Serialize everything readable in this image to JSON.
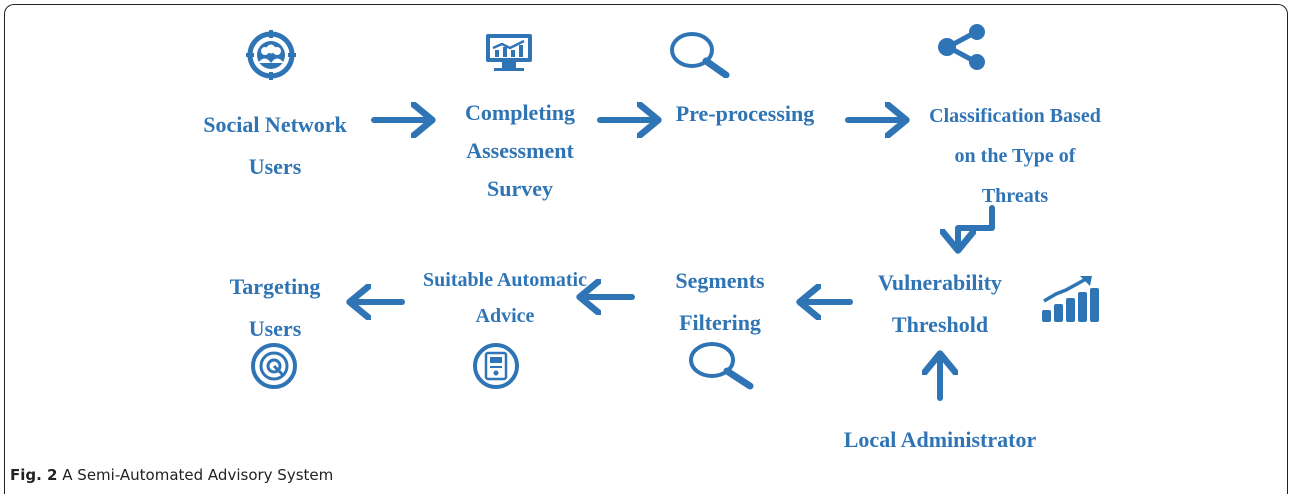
{
  "diagram": {
    "nodes": {
      "social_network_users": [
        "Social Network",
        "Users"
      ],
      "completing_survey": [
        "Completing",
        "Assessment",
        "Survey"
      ],
      "pre_processing": [
        "Pre-processing"
      ],
      "classification": [
        "Classification Based",
        "on the Type of",
        "Threats"
      ],
      "vulnerability_threshold": [
        "Vulnerability",
        "Threshold"
      ],
      "segments_filtering": [
        "Segments",
        "Filtering"
      ],
      "suitable_advice": [
        "Suitable Automatic",
        "Advice"
      ],
      "targeting_users": [
        "Targeting",
        "Users"
      ],
      "local_administrator": [
        "Local Administrator"
      ]
    },
    "edges": [
      [
        "Social Network Users",
        "Completing Assessment Survey"
      ],
      [
        "Completing Assessment Survey",
        "Pre-processing"
      ],
      [
        "Pre-processing",
        "Classification Based on the Type of Threats"
      ],
      [
        "Classification Based on the Type of Threats",
        "Vulnerability Threshold"
      ],
      [
        "Local Administrator",
        "Vulnerability Threshold"
      ],
      [
        "Vulnerability Threshold",
        "Segments Filtering"
      ],
      [
        "Segments Filtering",
        "Suitable Automatic Advice"
      ],
      [
        "Suitable Automatic Advice",
        "Targeting Users"
      ]
    ],
    "icons": [
      "users-target-icon",
      "monitor-chart-icon",
      "search-icon",
      "share-icon",
      "bar-chart-trend-icon",
      "search-icon",
      "document-icon",
      "target-icon"
    ],
    "accent_color": "#2f74b5"
  },
  "caption": {
    "label": "Fig. 2",
    "text": "A Semi-Automated Advisory System"
  }
}
